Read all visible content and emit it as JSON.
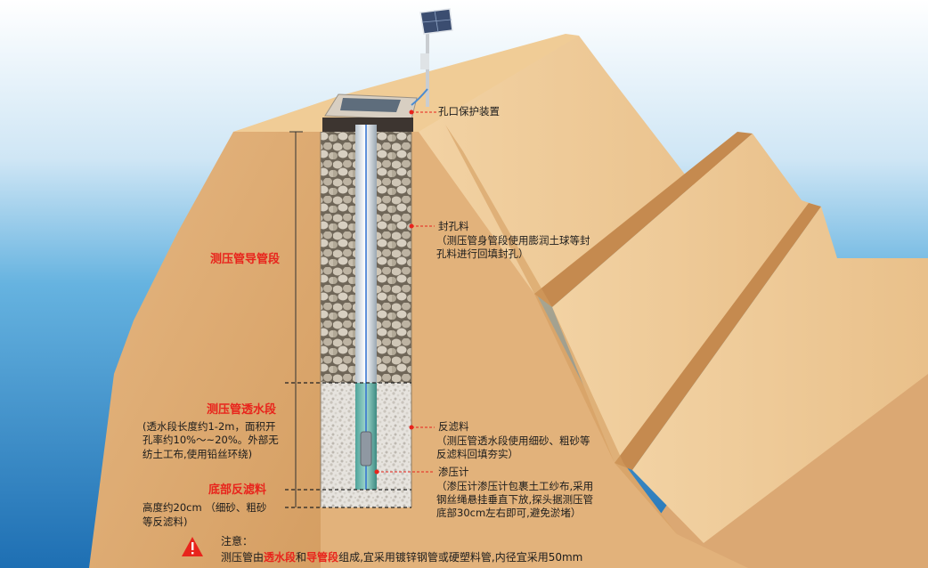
{
  "labels": {
    "orifice_protection": "孔口保护装置",
    "seal_title": "封孔料",
    "seal_desc_1": "（测压管身管段使用膨润土球等封",
    "seal_desc_2": "孔料进行回填封孔）",
    "filter_title": "反滤料",
    "filter_desc_1": "（测压管透水段使用细砂、粗砂等",
    "filter_desc_2": "反滤料回填夯实）",
    "piezometer_title": "渗压计",
    "piezometer_desc_1": "（渗压计渗压计包裹土工纱布,采用",
    "piezometer_desc_2": "钢丝绳悬挂垂直下放,探头据测压管",
    "piezometer_desc_3": "底部30cm左右即可,避免淤堵）"
  },
  "sections": {
    "guide_title": "测压管导管段",
    "permeable_title": "测压管透水段",
    "permeable_desc_1": "(透水段长度约1-2m，面积开",
    "permeable_desc_2": "孔率约10%～~20%。外部无",
    "permeable_desc_3": "纺土工布,使用铅丝环绕)",
    "bottom_title": "底部反滤料",
    "bottom_desc_1": "高度约20cm （细砂、粗砂",
    "bottom_desc_2": "等反滤料)"
  },
  "note": {
    "title": "注意：",
    "text_1": "测压管由",
    "hl_1": "透水段",
    "text_2": "和",
    "hl_2": "导管段",
    "text_3": "组成,宜采用镀锌钢管或硬塑料管,内径宜采用50mm"
  },
  "colors": {
    "accent_red": "#e8241c",
    "soil": "#e3b57e",
    "water": "#3d9ad2"
  }
}
